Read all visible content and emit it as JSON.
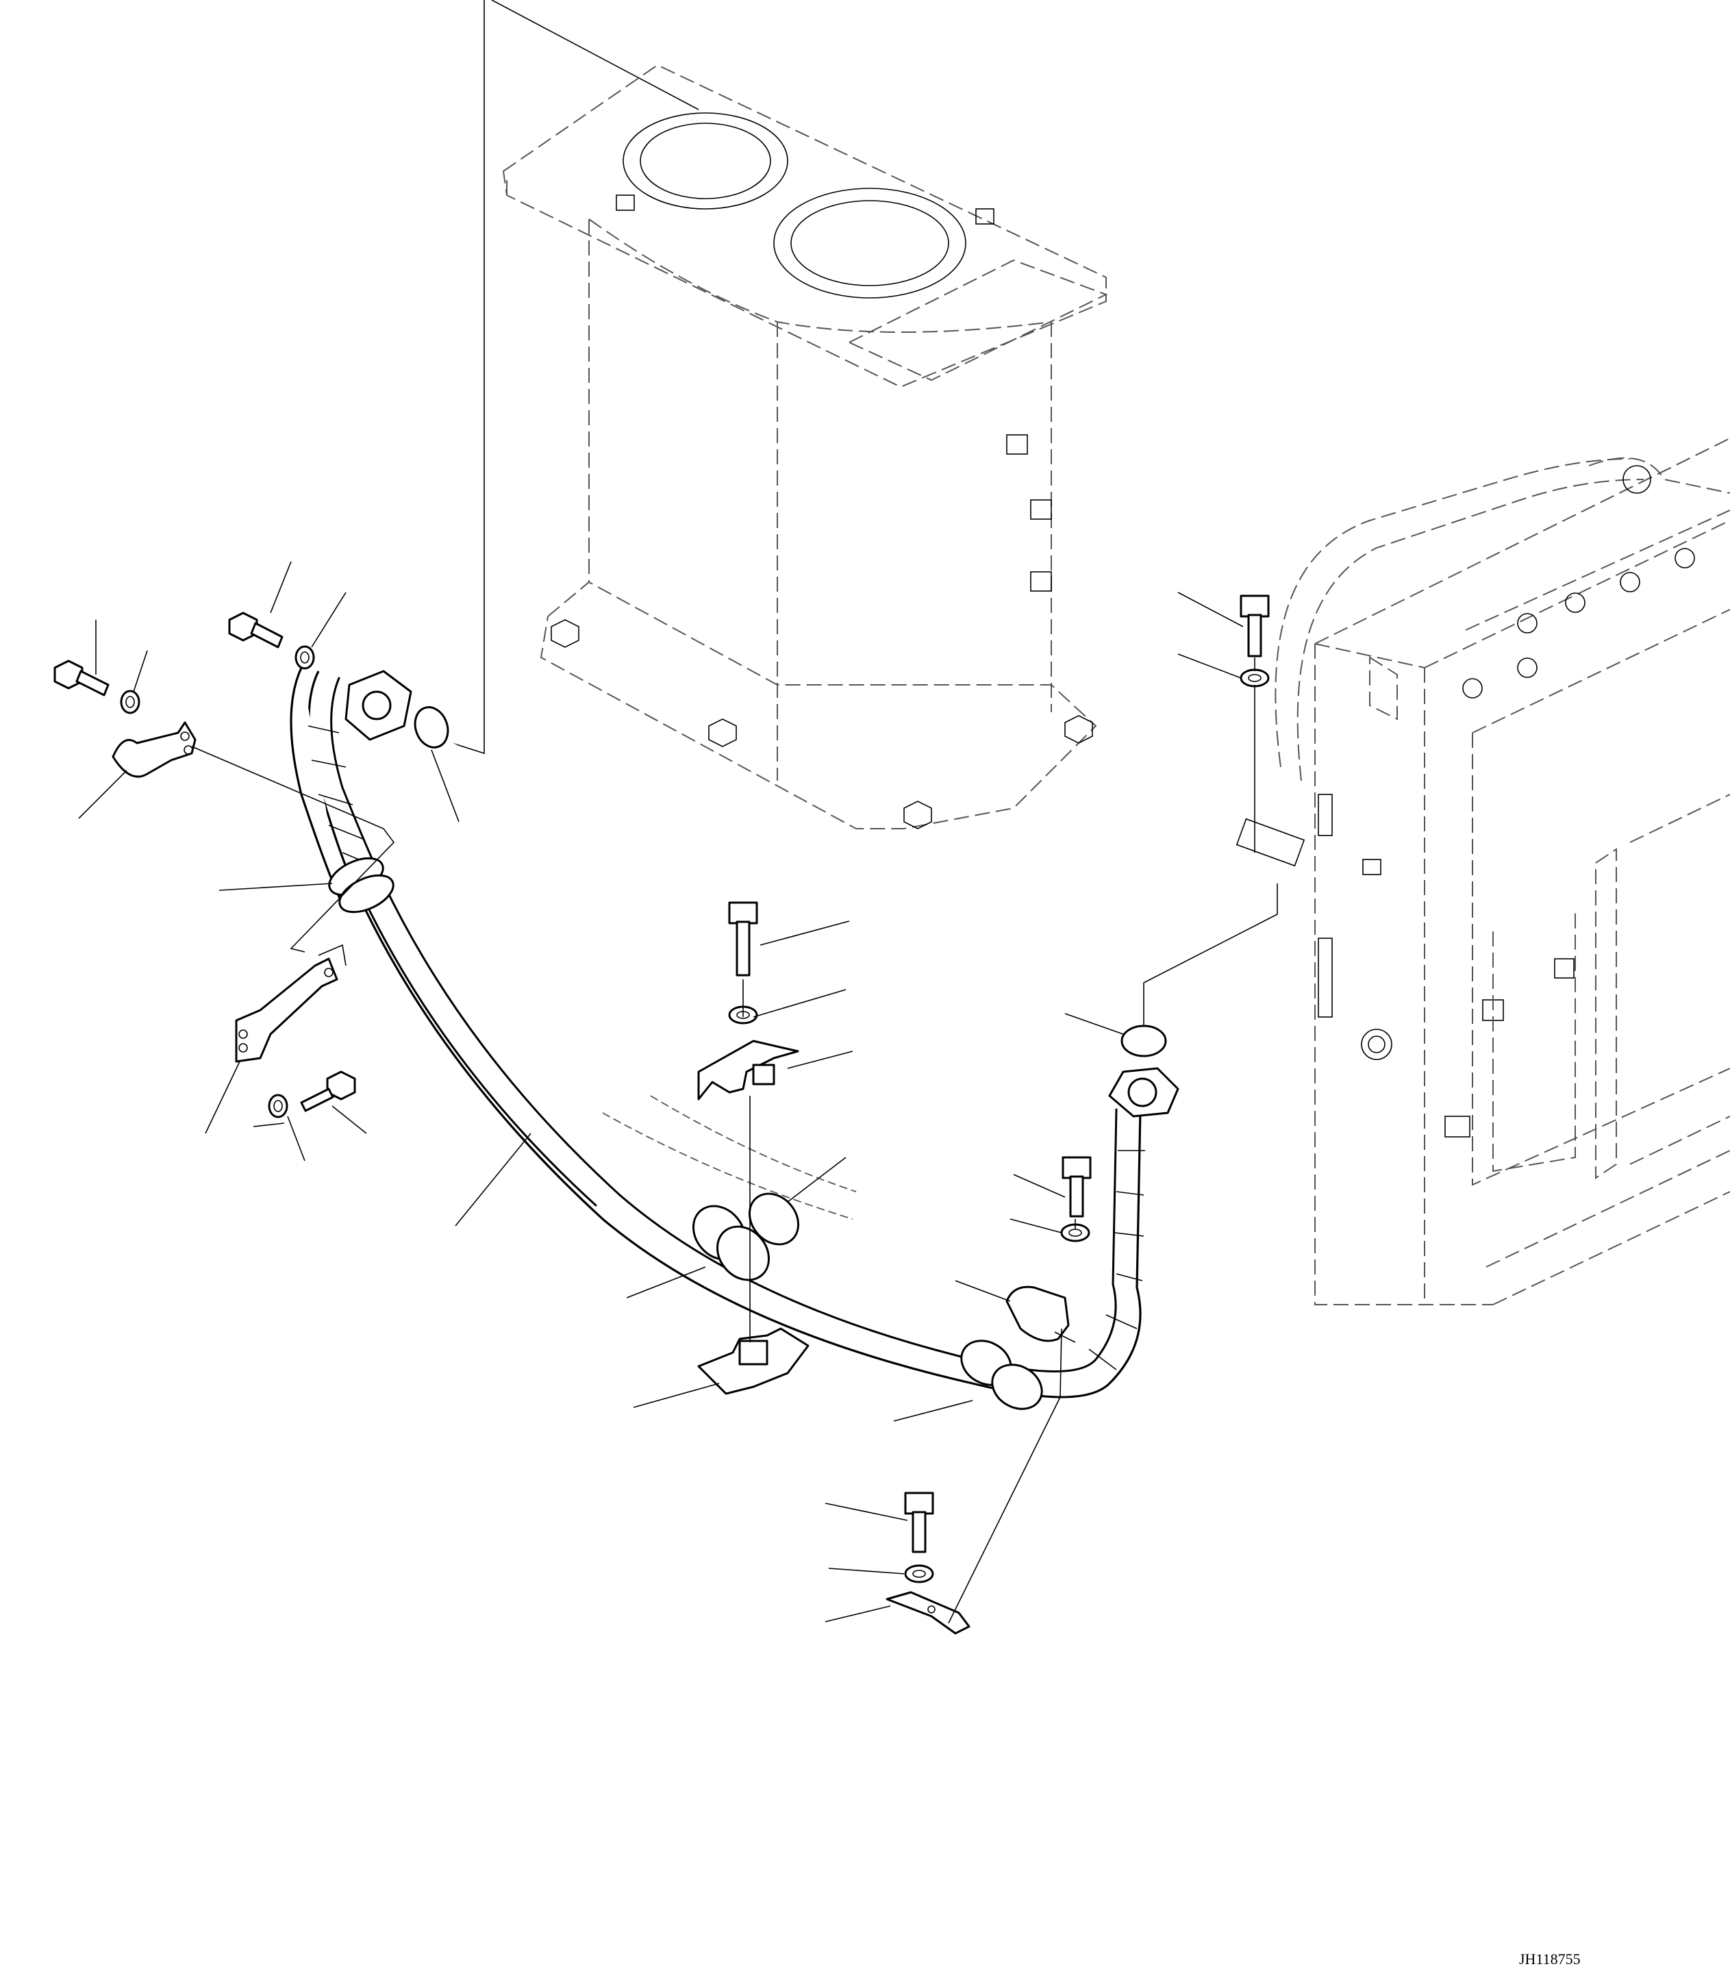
{
  "drawing": {
    "id": "JH118755"
  },
  "parts": [
    {
      "name": "exhaust-pipe",
      "type": "pipe"
    },
    {
      "name": "clamp",
      "type": "clamp"
    },
    {
      "name": "bracket",
      "type": "bracket"
    },
    {
      "name": "bolt",
      "type": "bolt"
    },
    {
      "name": "washer",
      "type": "washer"
    },
    {
      "name": "gasket",
      "type": "gasket"
    }
  ]
}
